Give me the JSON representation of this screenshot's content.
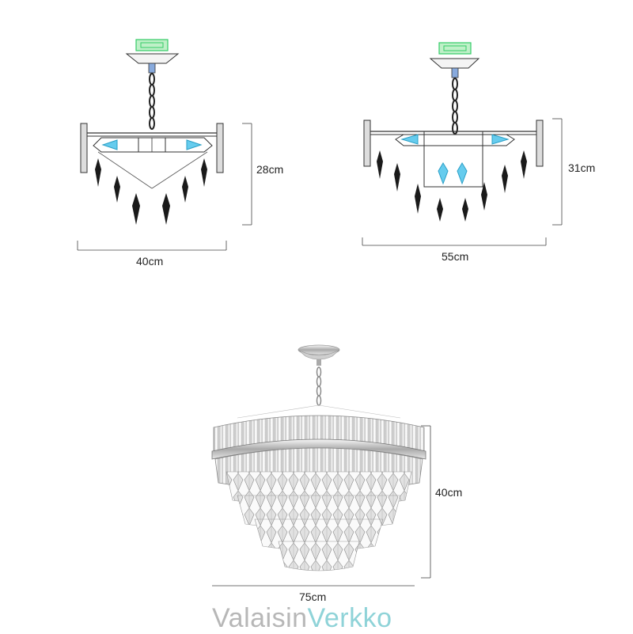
{
  "products": [
    {
      "name": "small-chandelier-diagram",
      "height_label": "28cm",
      "width_label": "40cm"
    },
    {
      "name": "medium-chandelier-diagram",
      "height_label": "31cm",
      "width_label": "55cm"
    },
    {
      "name": "large-crystal-chandelier",
      "height_label": "40cm",
      "width_label": "75cm"
    }
  ],
  "brand": {
    "part1": "Valaisin",
    "part2": "Verkko",
    "color1": "#b7b7b7",
    "color2": "#8fd3d8"
  },
  "colors": {
    "line": "#333333",
    "dim_line": "#444444",
    "highlight_green": "#33cc66",
    "highlight_cyan": "#33bbdd",
    "crystal_dark": "#1a1a1a"
  }
}
